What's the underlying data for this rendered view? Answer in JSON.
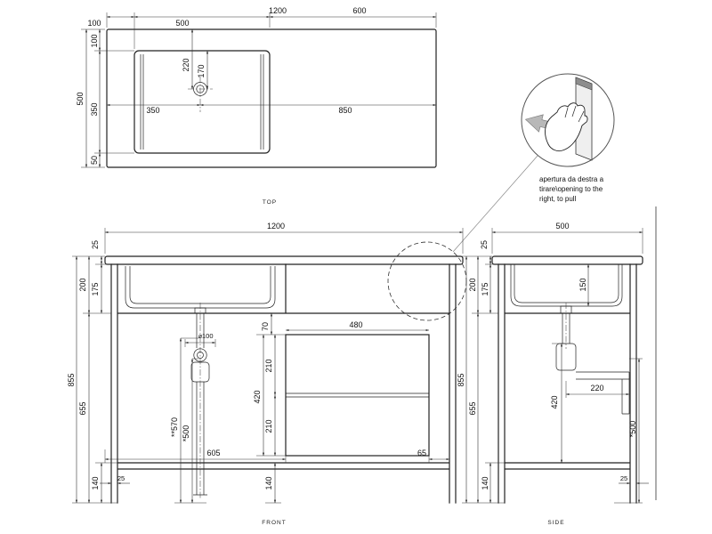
{
  "drawing": {
    "background": "#ffffff",
    "line_color": "#222222",
    "accent_gray": "#b8b8b8"
  },
  "captions": {
    "top": "TOP",
    "front": "FRONT",
    "side": "SIDE"
  },
  "callout": {
    "line1": "apertura da destra a",
    "line2": "tirare\\opening to the",
    "line3": "right, to pull"
  },
  "top_view": {
    "total_width": "1200",
    "left_offset": "100",
    "sink_width": "500",
    "right_section": "600",
    "depth": "500",
    "top_inset": "100",
    "sink_depth": "350",
    "bottom_inset": "50",
    "faucet_from_top": "220",
    "faucet_hole": "170",
    "faucet_from_left": "350",
    "faucet_to_right": "850"
  },
  "front_view": {
    "width": "1200",
    "top_thickness": "25",
    "apron_height": "200",
    "apron_inner_height": "175",
    "total_height": "855",
    "leg_height": "655",
    "plinth_height": "140",
    "leg_width": "25",
    "drain_diameter": "⌀100",
    "drawer_gap": "70",
    "drawer_width": "480",
    "drawer_upper": "210",
    "drawer_total": "420",
    "drawer_lower": "210",
    "trap_height": "**570",
    "outlet_height": "*500",
    "drawer_offset": "605",
    "right_gap": "65",
    "plinth_center": "140"
  },
  "side_view": {
    "depth": "500",
    "top_thickness": "25",
    "apron_height": "200",
    "apron_inner_height": "175",
    "basin_depth": "150",
    "total_height": "855",
    "leg_height": "655",
    "outlet_offset": "220",
    "trap_clearance": "420",
    "outlet_height": "*500",
    "plinth_height": "140",
    "leg_width": "25"
  }
}
